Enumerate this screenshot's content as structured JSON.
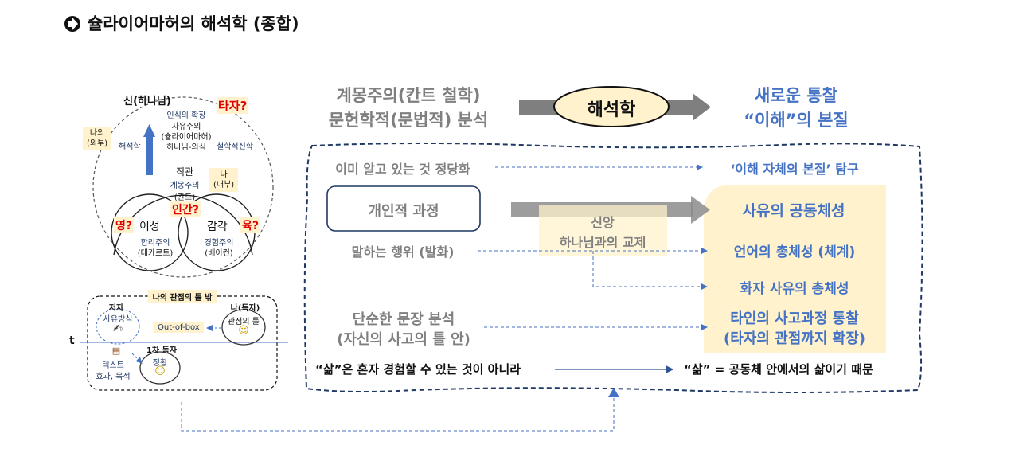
{
  "title": "슐라이어마허의 해석학 (종합)",
  "left_diagram": {
    "god": "신(하나님)",
    "my_outside": "나의\n(외부)",
    "hermeneutics": "해석학",
    "expansion": "인식의 확장",
    "liberalism": "자유주의",
    "schleiermacher": "(슐라이어마허)",
    "god_consciousness": "하나님-의식",
    "other": "타자?",
    "philosophical_theology": "철학적신학",
    "intuition": "직관",
    "enlightenment": "계몽주의",
    "kant": "(칸트)",
    "me_inside": "나\n(내부)",
    "reason": "이성",
    "sense": "감각",
    "human": "인간?",
    "spirit": "영?",
    "flesh": "육?",
    "rationalism": "합리주의",
    "descartes": "(데카르트)",
    "empiricism": "경험주의",
    "bacon": "(베이컨)"
  },
  "frame_box": {
    "outside_label": "나의 관점의 틀 밖",
    "author": "저자",
    "author_thinking": "사유방식",
    "reader_me": "나(독자)",
    "viewpoint_frame": "관점의 틀",
    "out_of_box": "Out-of-box",
    "t_axis": "t",
    "first_reader": "1차 독자",
    "situation": "정황",
    "text": "텍스트",
    "effect_purpose": "효과, 목적"
  },
  "header": {
    "left_line1": "계몽주의(칸트 철학)",
    "left_line2": "문헌학적(문법적) 분석",
    "center": "해석학",
    "right_line1": "새로운 통찰",
    "right_line2": "“이해”의 본질"
  },
  "main": {
    "justify_known": "이미 알고 있는 것 정당화",
    "explore_understanding": "‘이해 자체의 본질’ 탐구",
    "personal_process": "개인적 과정",
    "faith": "신앙",
    "god_exchange": "하나님과의 교제",
    "thought_community": "사유의 공동체성",
    "speech_act": "말하는 행위 (발화)",
    "language_totality": "언어의 총체성 (체계)",
    "speaker_totality": "화자 사유의 총체성",
    "simple_analysis1": "단순한 문장 분석",
    "simple_analysis2": "(자신의 사고의 틀 안)",
    "others_process1": "타인의 사고과정 통찰",
    "others_process2": "(타자의 관점까지 확장)",
    "life_not_alone": "“삶”은 혼자 경험할 수 있는 것이 아니라",
    "life_community": "“삶” = 공동체 안에서의 삶이기 때문"
  },
  "colors": {
    "accent_blue": "#4472c4",
    "gray_text": "#7f7f7f",
    "highlight_yellow": "#fff2cc",
    "navy_border": "#1f3864"
  }
}
